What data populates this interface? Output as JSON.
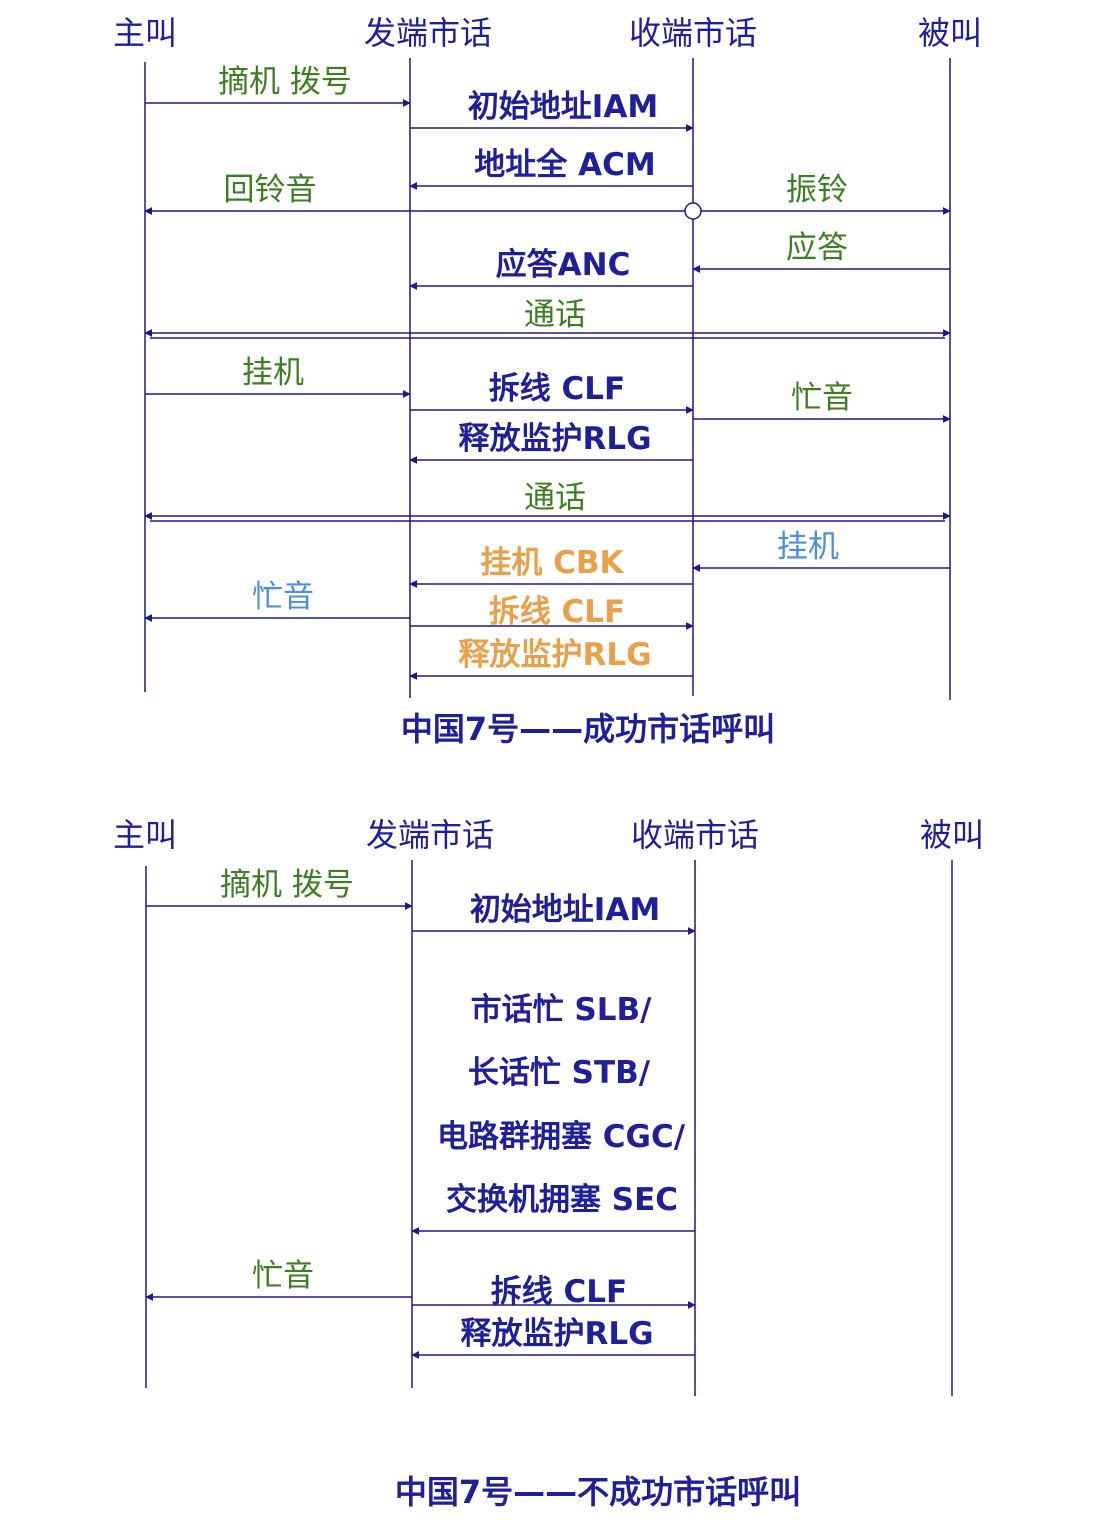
{
  "colors": {
    "line": "#1a1a8c",
    "navy": "#1f1f9a",
    "green": "#3e7e22",
    "orange": "#e8a04a",
    "blue": "#4a8fe0"
  },
  "diagrams": [
    {
      "participants": [
        "主叫",
        "发端市话",
        "收端市话",
        "被叫"
      ],
      "caption": "中国7号——成功市话呼叫",
      "messages": [
        {
          "label": "摘机 拨号",
          "color": "green"
        },
        {
          "label": "初始地址IAM",
          "color": "navy"
        },
        {
          "label": "地址全 ACM",
          "color": "navy"
        },
        {
          "label": "回铃音",
          "color": "green"
        },
        {
          "label": "振铃",
          "color": "green"
        },
        {
          "label": "应答ANC",
          "color": "navy"
        },
        {
          "label": "应答",
          "color": "green"
        },
        {
          "label": "通话",
          "color": "green"
        },
        {
          "label": "挂机",
          "color": "green"
        },
        {
          "label": "拆线 CLF",
          "color": "navy"
        },
        {
          "label": "忙音",
          "color": "green"
        },
        {
          "label": "释放监护RLG",
          "color": "navy"
        },
        {
          "label": "通话",
          "color": "green"
        },
        {
          "label": "挂机",
          "color": "blue"
        },
        {
          "label": "挂机 CBK",
          "color": "orange"
        },
        {
          "label": "忙音",
          "color": "blue"
        },
        {
          "label": "拆线 CLF",
          "color": "orange"
        },
        {
          "label": "释放监护RLG",
          "color": "orange"
        }
      ]
    },
    {
      "participants": [
        "主叫",
        "发端市话",
        "收端市话",
        "被叫"
      ],
      "caption": "中国7号——不成功市话呼叫",
      "messages": [
        {
          "label": "摘机 拨号",
          "color": "green"
        },
        {
          "label": "初始地址IAM",
          "color": "navy"
        },
        {
          "label": "市话忙 SLB/",
          "color": "navy"
        },
        {
          "label": "长话忙 STB/",
          "color": "navy"
        },
        {
          "label": "电路群拥塞 CGC/",
          "color": "navy"
        },
        {
          "label": "交换机拥塞 SEC",
          "color": "navy"
        },
        {
          "label": "忙音",
          "color": "green"
        },
        {
          "label": "拆线 CLF",
          "color": "navy"
        },
        {
          "label": "释放监护RLG",
          "color": "navy"
        }
      ]
    }
  ]
}
